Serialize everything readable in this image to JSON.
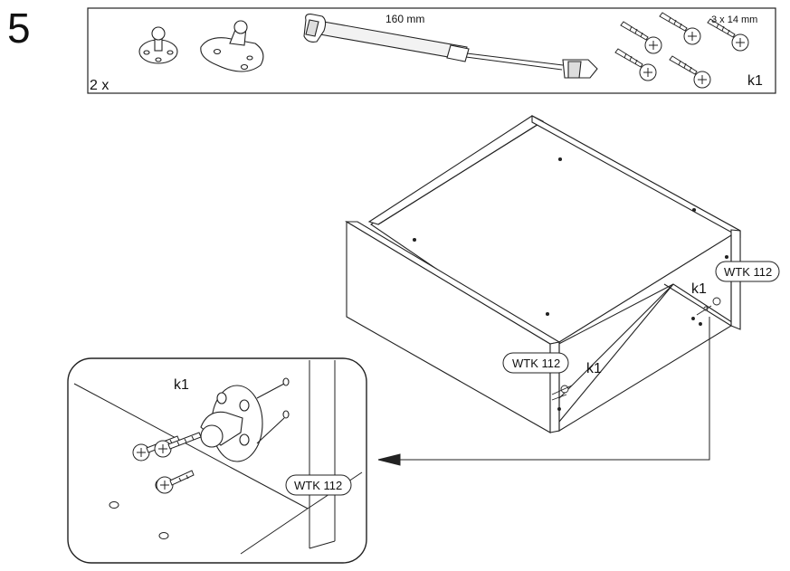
{
  "step": {
    "number": "5"
  },
  "parts_box": {
    "quantity": "2 x",
    "strut_length": "160 mm",
    "screw_size": "3 x 14 mm",
    "kit_label": "k1"
  },
  "cabinet": {
    "label_right": "WTK 112",
    "kit_right": "k1",
    "label_front": "WTK 112",
    "kit_front": "k1"
  },
  "detail": {
    "kit_label": "k1",
    "part_label": "WTK 112"
  }
}
